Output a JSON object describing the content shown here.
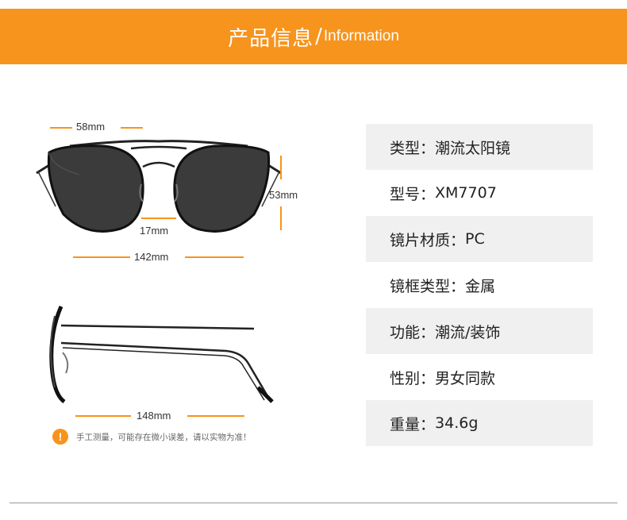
{
  "header": {
    "title_cn": "产品信息",
    "slash": "/",
    "title_en": "Information",
    "bg_color": "#f7941d"
  },
  "dimensions": {
    "lens_width": "58mm",
    "lens_height": "53mm",
    "bridge": "17mm",
    "frame_width": "142mm",
    "temple_length": "148mm"
  },
  "specs": [
    {
      "label": "类型：",
      "value": "潮流太阳镜"
    },
    {
      "label": "型号：",
      "value": "XM7707"
    },
    {
      "label": "镜片材质：",
      "value": "PC"
    },
    {
      "label": "镜框类型：",
      "value": "金属"
    },
    {
      "label": "功能：",
      "value": "潮流/装饰"
    },
    {
      "label": "性别：",
      "value": "男女同款"
    },
    {
      "label": "重量：",
      "value": "34.6g"
    }
  ],
  "note": {
    "icon": "exclamation-icon",
    "text": "手工测量，可能存在微小误差，请以实物为准！"
  }
}
